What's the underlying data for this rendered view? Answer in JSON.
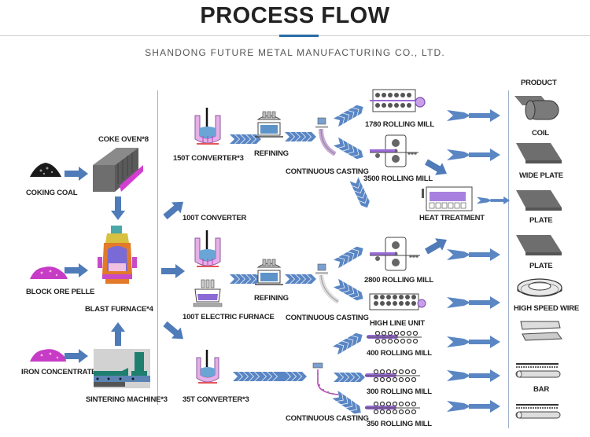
{
  "header": {
    "title": "PROCESS FLOW",
    "subtitle": "SHANDONG FUTURE METAL MANUFACTURING CO., LTD."
  },
  "colors": {
    "arrow": "#4f7bb8",
    "accent": "#2a6ca8",
    "magenta": "#c03cc0",
    "steel": "#6e6e6e"
  },
  "raw_materials": {
    "coking_coal": "COKING COAL",
    "block_ore": "BLOCK ORE PELLE",
    "iron_concentrate": "IRON CONCENTRATE"
  },
  "ironmaking": {
    "coke_oven": "COKE OVEN*8",
    "blast_furnace": "BLAST FURNACE*4",
    "sintering": "SINTERING MACHINE*3"
  },
  "steelmaking": {
    "converter_150": "150T CONVERTER*3",
    "converter_100": "100T CONVERTER",
    "electric_furnace": "100T  ELECTRIC FURNACE",
    "converter_35": "35T CONVERTER*3",
    "refining_1": "REFINING",
    "refining_2": "REFINING",
    "casting_1": "CONTINUOUS CASTING",
    "casting_2": "CONTINUOUS CASTING",
    "casting_3": "CONTINUOUS CASTING"
  },
  "rolling": {
    "mill_1780": "1780 ROLLING MILL",
    "mill_3500": "3500 ROLLING MILL",
    "heat_treatment": "HEAT TREATMENT",
    "mill_2800": "2800 ROLLING MILL",
    "high_line": "HIGH LINE UNIT",
    "mill_400": "400 ROLLING MILL",
    "mill_300": "300 ROLLING MILL",
    "mill_350": "350 ROLLING MILL"
  },
  "products": {
    "header": "PRODUCT",
    "items": [
      "COIL",
      "WIDE PLATE",
      "PLATE",
      "PLATE",
      "HIGH SPEED WIRE",
      "BAR"
    ]
  }
}
